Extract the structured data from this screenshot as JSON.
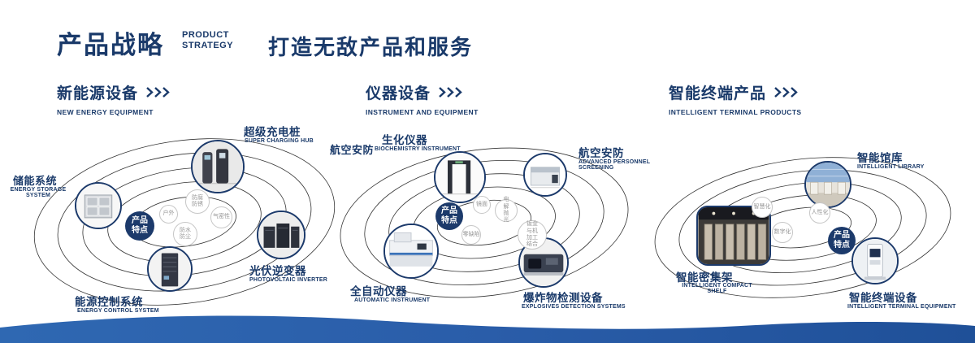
{
  "header": {
    "title": "产品战略",
    "title_en_1": "PRODUCT",
    "title_en_2": "STRATEGY",
    "slogan": "打造无敌产品和服务"
  },
  "sections": {
    "new_energy": {
      "title": "新能源设备",
      "subtitle": "NEW ENERGY EQUIPMENT",
      "badge": "产品特点",
      "features": {
        "f1": "户外",
        "f2": "防腐防锈",
        "f3": "气密性",
        "f4": "防水防尘"
      },
      "products": {
        "charging": {
          "cn": "超级充电桩",
          "en": "SUPER CHARGING HUB"
        },
        "storage": {
          "cn": "储能系统",
          "en": "ENERGY STORAGE SYSTEM"
        },
        "inverter": {
          "cn": "光伏逆变器",
          "en": "PHOTOVOLTAIC INVERTER"
        },
        "control": {
          "cn": "能源控制系统",
          "en": "ENERGY CONTROL SYSTEM"
        }
      }
    },
    "instrument": {
      "title": "仪器设备",
      "subtitle": "INSTRUMENT AND EQUIPMENT",
      "badge": "产品特点",
      "side_label": "航空安防",
      "features": {
        "f1": "镜面",
        "f2": "电解抛光",
        "f3": "零缺陷",
        "f4": "钣金与机加工结合"
      },
      "products": {
        "biochem": {
          "cn": "生化仪器",
          "en": "BIOCHEMISTRY INSTRUMENT"
        },
        "screening": {
          "cn": "航空安防",
          "en": "ADVANCED PERSONNEL SCREENING"
        },
        "automatic": {
          "cn": "全自动仪器",
          "en": "AUTOMATIC INSTRUMENT"
        },
        "explosives": {
          "cn": "爆炸物检测设备",
          "en": "EXPLOSIVES DETECTION SYSTEMS"
        }
      }
    },
    "terminal": {
      "title": "智能终端产品",
      "subtitle": "INTELLIGENT TERMINAL PRODUCTS",
      "badge": "产品特点",
      "features": {
        "f1": "智慧化",
        "f2": "人性化",
        "f3": "数字化"
      },
      "products": {
        "library": {
          "cn": "智能馆库",
          "en": "INTELLIGENT LIBRARY"
        },
        "shelf": {
          "cn": "智能密集架",
          "en": "INTELLIGENT COMPACT SHELF"
        },
        "terminal": {
          "cn": "智能终端设备",
          "en": "INTELLIGENT TERMINAL EQUIPMENT"
        }
      }
    }
  },
  "colors": {
    "navy": "#1a3a6a",
    "badge_navy": "#1c3a6b",
    "wave_blue": "#2a5da9",
    "bubble_gray": "#979797"
  }
}
